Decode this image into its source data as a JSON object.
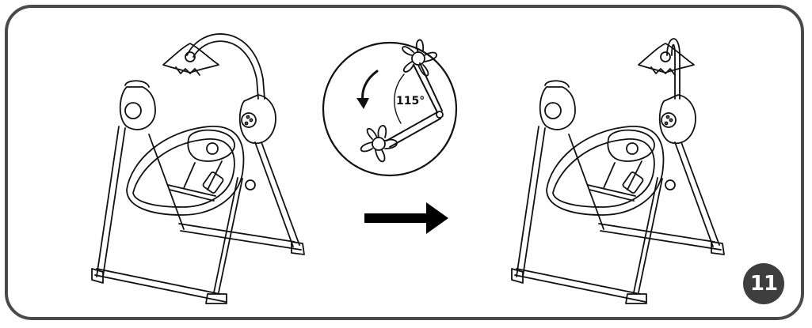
{
  "figure": {
    "angle_label": "115°",
    "step_number": "11",
    "colors": {
      "frame": "#4a4a4a",
      "badge": "#3e3e3e",
      "ink": "#111111",
      "arrow": "#000000"
    },
    "icons": {
      "swing_before": "baby-swing-line-drawing",
      "swing_after": "baby-swing-line-drawing",
      "detail": "mobile-arm-rotation-detail",
      "direction": "right-arrow-icon",
      "rotation": "curved-arrow-icon"
    }
  }
}
